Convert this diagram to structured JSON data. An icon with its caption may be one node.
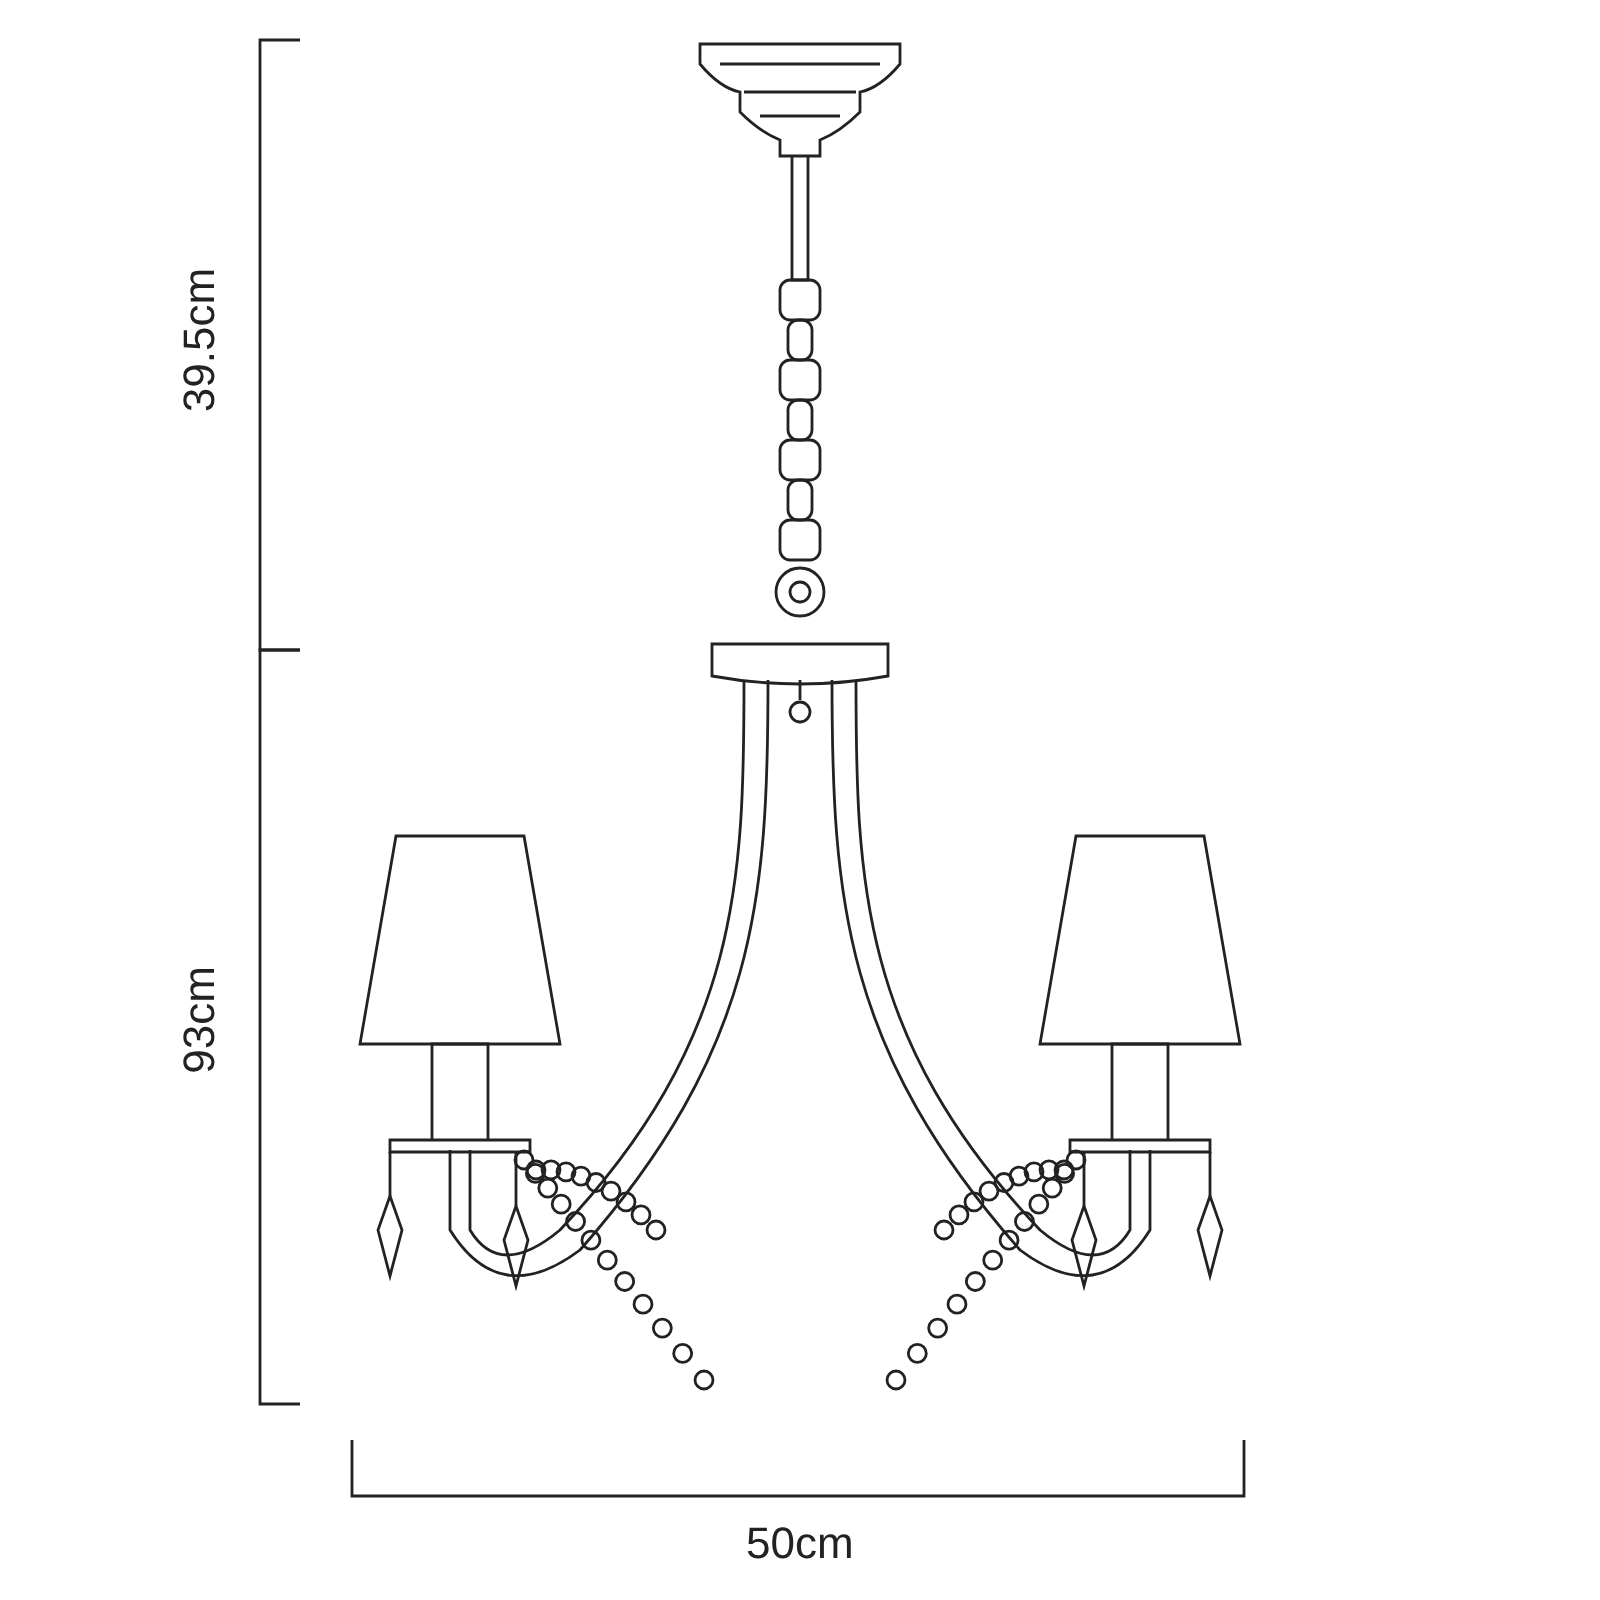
{
  "diagram": {
    "labels": [
      "39.5cm",
      "93cm",
      "50cm"
    ]
  }
}
